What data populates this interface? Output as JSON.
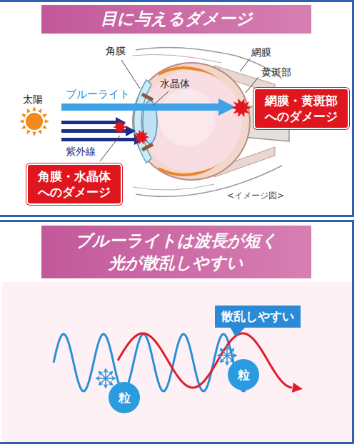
{
  "diagram": {
    "nodes": [
      {
        "text": [
          "目に与えるダメージ"
        ]
      },
      {
        "text": [
          "網膜・黄斑部 へのダメージ"
        ],
        "in": 0
      },
      {
        "text": [
          "角膜・水晶体 へのダメージ"
        ],
        "in": 0
      },
      {
        "text": [
          "ブルーライトは波長が短く 光が散乱しやすい"
        ]
      },
      {
        "text": [
          "散乱しやすい"
        ],
        "in": 3
      },
      {
        "text": [
          "粒"
        ],
        "in": 3
      },
      {
        "text": [
          "粒"
        ],
        "in": 3
      }
    ],
    "labels": [
      "角膜",
      "網膜",
      "黄斑部",
      "水晶体",
      "太陽",
      "ブルーライト",
      "紫外線",
      "<イメージ図>"
    ]
  }
}
